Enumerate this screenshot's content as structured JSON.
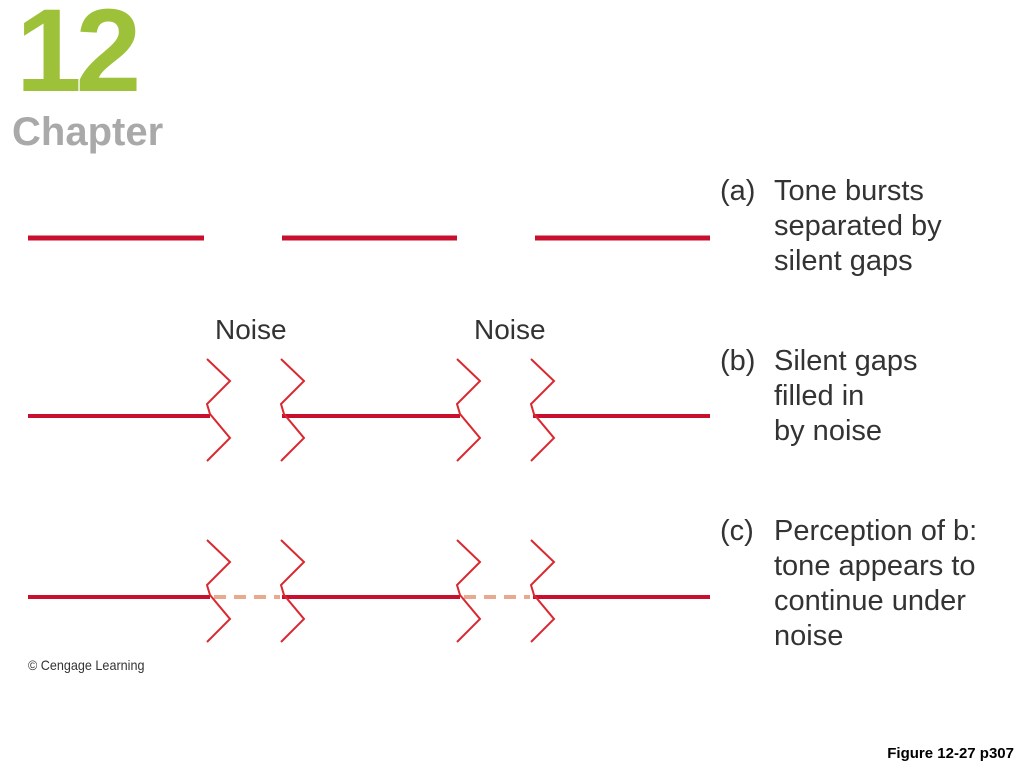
{
  "header": {
    "chapter_number": "12",
    "chapter_word": "Chapter"
  },
  "colors": {
    "tone": "#c8102e",
    "noise": "#d9282f",
    "perceived": "#e8a98e",
    "chapter_number": "#9dc23a",
    "chapter_word": "#a9a9a9"
  },
  "panels": [
    {
      "id": "a",
      "label": "(a)",
      "lines": [
        "Tone bursts",
        "separated by",
        "silent gaps"
      ]
    },
    {
      "id": "b",
      "label": "(b)",
      "lines": [
        "Silent gaps",
        "filled in",
        "by noise"
      ]
    },
    {
      "id": "c",
      "label": "(c)",
      "lines": [
        "Perception of b:",
        "tone appears to",
        "continue under",
        "noise"
      ]
    }
  ],
  "noise_labels": [
    "Noise",
    "Noise"
  ],
  "copyright": "© Cengage Learning",
  "figure_ref": "Figure 12-27 p307"
}
